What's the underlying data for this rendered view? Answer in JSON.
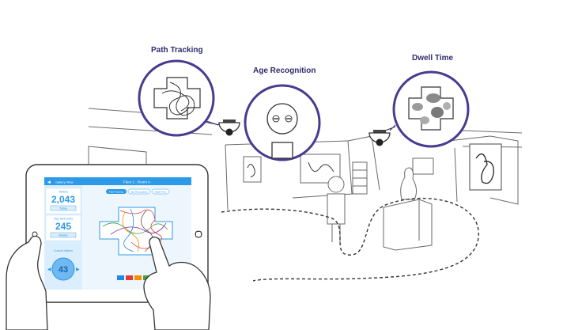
{
  "labels": {
    "path_tracking": "Path Tracking",
    "age_recognition": "Age Recognition",
    "dwell_time": "Dwell Time"
  },
  "tablet": {
    "back_label": "Gallery View",
    "header_title": "Floor 1 - Room A",
    "stat1_label": "Visitors",
    "stat1_value": "2,043",
    "stat1_select": "Today",
    "stat2_label": "Avg Time (min)",
    "stat2_value": "245",
    "stat2_select": "Weekly",
    "dial_label": "Current Visitors",
    "dial_value": "43",
    "tabs": [
      "Path Tracking",
      "Age Recognition",
      "Dwell Time"
    ]
  },
  "colors": {
    "accent_purple": "#4a3b8f",
    "tablet_blue": "#2d9ae8",
    "tablet_light_blue": "#d9ecfb",
    "line_gray": "#555555"
  },
  "icons": [
    "camera-icon",
    "back-arrow-icon",
    "chevron-left-icon",
    "chevron-right-icon"
  ]
}
